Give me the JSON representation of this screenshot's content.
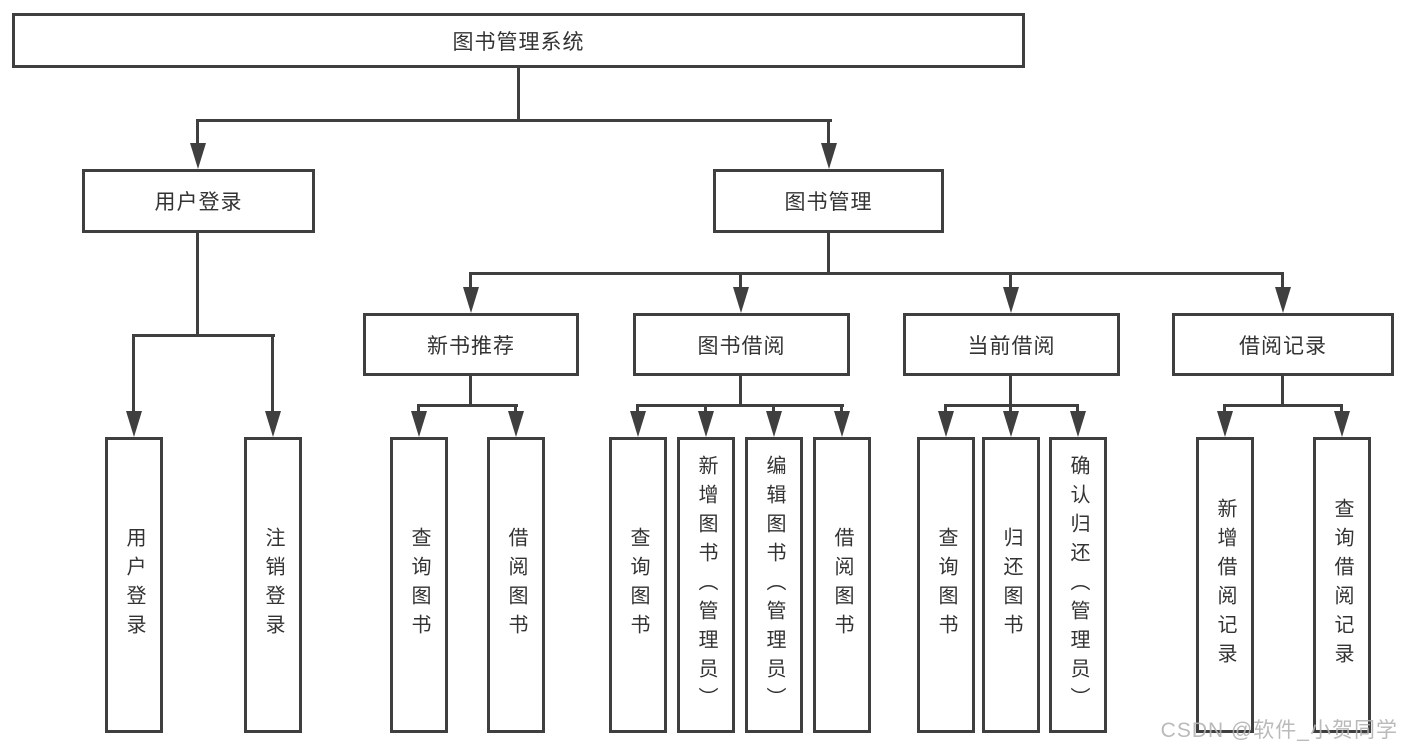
{
  "colors": {
    "line": "#3f3f3f",
    "text": "#333333",
    "background": "#ffffff",
    "watermark": "#b3b3b3"
  },
  "diagram": {
    "root": {
      "label": "图书管理系统"
    },
    "level2": [
      {
        "label": "用户登录",
        "children": [
          "用户登录",
          "注销登录"
        ]
      },
      {
        "label": "图书管理"
      }
    ],
    "level3": [
      {
        "label": "新书推荐",
        "children": [
          "查询图书",
          "借阅图书"
        ]
      },
      {
        "label": "图书借阅",
        "children": [
          "查询图书",
          "新增图书（管理员）",
          "编辑图书（管理员）",
          "借阅图书"
        ]
      },
      {
        "label": "当前借阅",
        "children": [
          "查询图书",
          "归还图书",
          "确认归还（管理员）"
        ]
      },
      {
        "label": "借阅记录",
        "children": [
          "新增借阅记录",
          "查询借阅记录"
        ]
      }
    ]
  },
  "watermark": {
    "text": "CSDN @软件_小贺同学"
  }
}
